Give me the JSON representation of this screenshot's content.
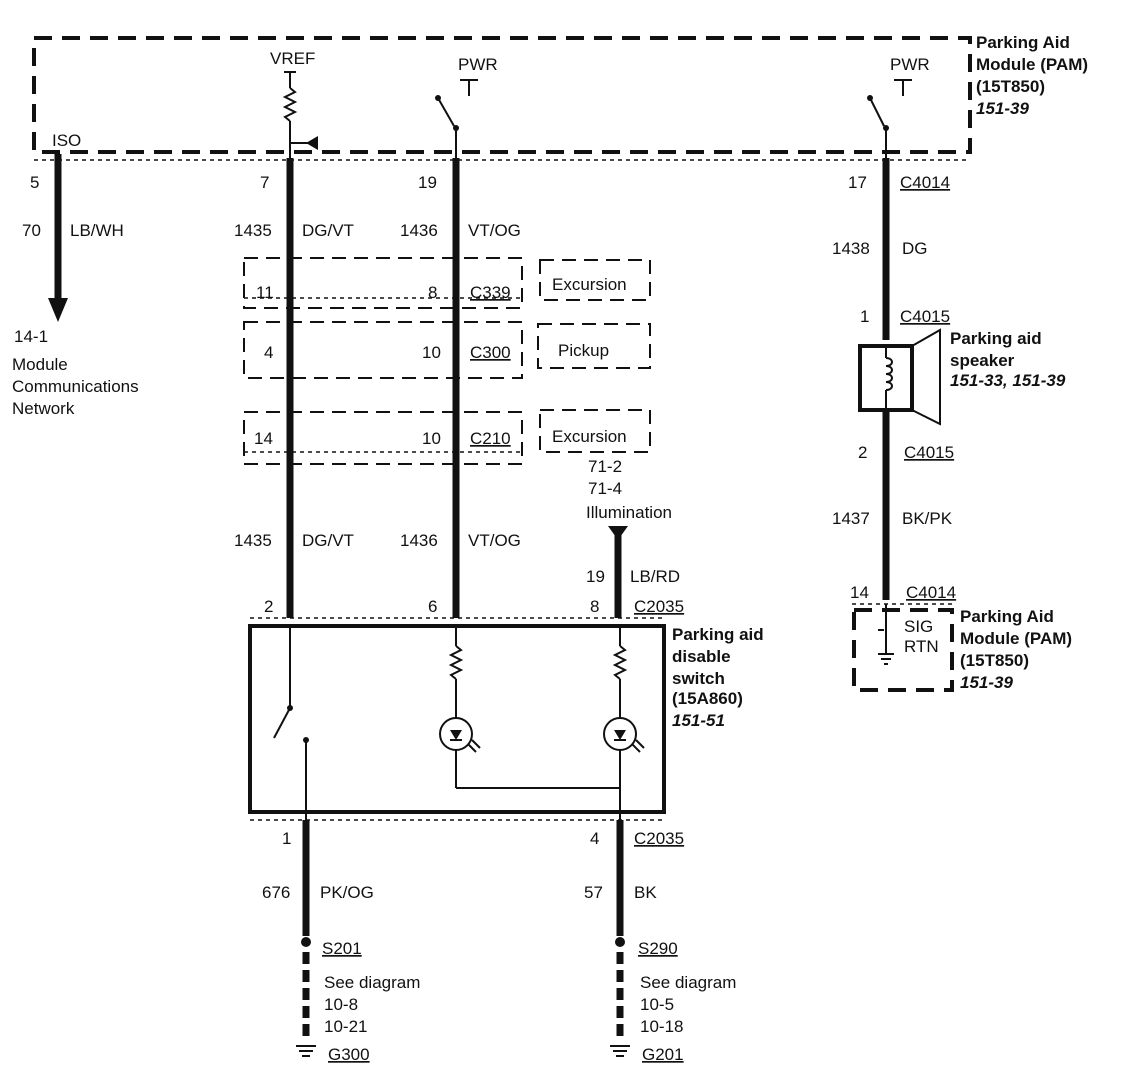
{
  "pam_top": {
    "title1": "Parking Aid",
    "title2": "Module (PAM)",
    "part": "(15T850)",
    "ref": "151-39",
    "vref": "VREF",
    "pwr1": "PWR",
    "pwr2": "PWR",
    "iso": "ISO"
  },
  "circuits": {
    "c5": {
      "pin": "5",
      "num": "70",
      "color": "LB/WH"
    },
    "c7": {
      "pin": "7",
      "num": "1435",
      "color": "DG/VT"
    },
    "c19": {
      "pin": "19",
      "num": "1436",
      "color": "VT/OG"
    },
    "c17": {
      "pin": "17",
      "connector": "C4014",
      "num": "1438",
      "color": "DG"
    }
  },
  "network": {
    "ref": "14-1",
    "line1": "Module",
    "line2": "Communications",
    "line3": "Network"
  },
  "inline_connectors": [
    {
      "left_pin": "11",
      "right_pin": "8",
      "name": "C339",
      "label": "Excursion"
    },
    {
      "left_pin": "4",
      "right_pin": "10",
      "name": "C300",
      "label": "Pickup"
    },
    {
      "left_pin": "14",
      "right_pin": "10",
      "name": "C210",
      "label": "Excursion"
    }
  ],
  "lower_wires": {
    "left_num": "1435",
    "left_color": "DG/VT",
    "mid_num": "1436",
    "mid_color": "VT/OG"
  },
  "illumination": {
    "ref1": "71-2",
    "ref2": "71-4",
    "label": "Illumination",
    "num": "19",
    "color": "LB/RD"
  },
  "switch": {
    "pin_left": "2",
    "pin_mid": "6",
    "pin_right": "8",
    "connector": "C2035",
    "title1": "Parking aid",
    "title2": "disable",
    "title3": "switch",
    "part": "(15A860)",
    "ref": "151-51",
    "bottom_pin_left": "1",
    "bottom_pin_right": "4",
    "bottom_connector": "C2035"
  },
  "ground_left": {
    "num": "676",
    "color": "PK/OG",
    "splice": "S201",
    "see": "See diagram",
    "ref1": "10-8",
    "ref2": "10-21",
    "ground": "G300"
  },
  "ground_right": {
    "num": "57",
    "color": "BK",
    "splice": "S290",
    "see": "See diagram",
    "ref1": "10-5",
    "ref2": "10-18",
    "ground": "G201"
  },
  "speaker": {
    "pin_top": "1",
    "connector_top": "C4015",
    "title1": "Parking aid",
    "title2": "speaker",
    "ref": "151-33, 151-39",
    "pin_bottom": "2",
    "connector_bottom": "C4015",
    "num": "1437",
    "color": "BK/PK"
  },
  "pam_bottom": {
    "pin": "14",
    "connector": "C4014",
    "sig1": "SIG",
    "sig2": "RTN",
    "title1": "Parking Aid",
    "title2": "Module (PAM)",
    "part": "(15T850)",
    "ref": "151-39"
  }
}
